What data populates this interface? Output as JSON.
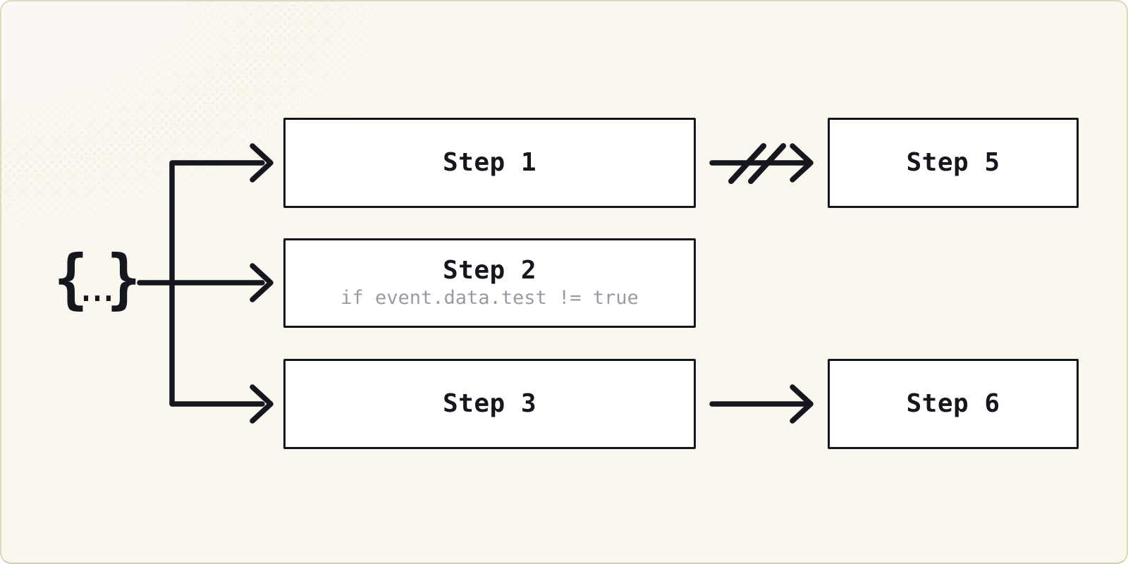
{
  "diagram": {
    "description": "Event fan-out flow: one event payload triggers Step 1, Step 2 and Step 3 in parallel; Step 1's link to Step 5 is cancelled, Step 3 continues to Step 6",
    "source_symbol": {
      "open_brace": "{",
      "ellipsis": "...",
      "close_brace": "}"
    },
    "steps": [
      {
        "title": "Step 1"
      },
      {
        "title": "Step 2",
        "condition": "if event.data.test != true"
      },
      {
        "title": "Step 3"
      },
      {
        "title": "Step 5"
      },
      {
        "title": "Step 6"
      }
    ],
    "edges": [
      {
        "from": "event-payload",
        "to": "Step 1",
        "type": "fan-out-arrow"
      },
      {
        "from": "event-payload",
        "to": "Step 2",
        "type": "fan-out-arrow"
      },
      {
        "from": "event-payload",
        "to": "Step 3",
        "type": "fan-out-arrow"
      },
      {
        "from": "Step 1",
        "to": "Step 5",
        "type": "cancelled-arrow"
      },
      {
        "from": "Step 3",
        "to": "Step 6",
        "type": "arrow"
      }
    ],
    "colors": {
      "background": "#f9f7ee",
      "ink": "#16161f",
      "box_background": "#ffffff",
      "condition_text": "#9b9aa3",
      "frame_border": "#ddd8c0"
    }
  }
}
